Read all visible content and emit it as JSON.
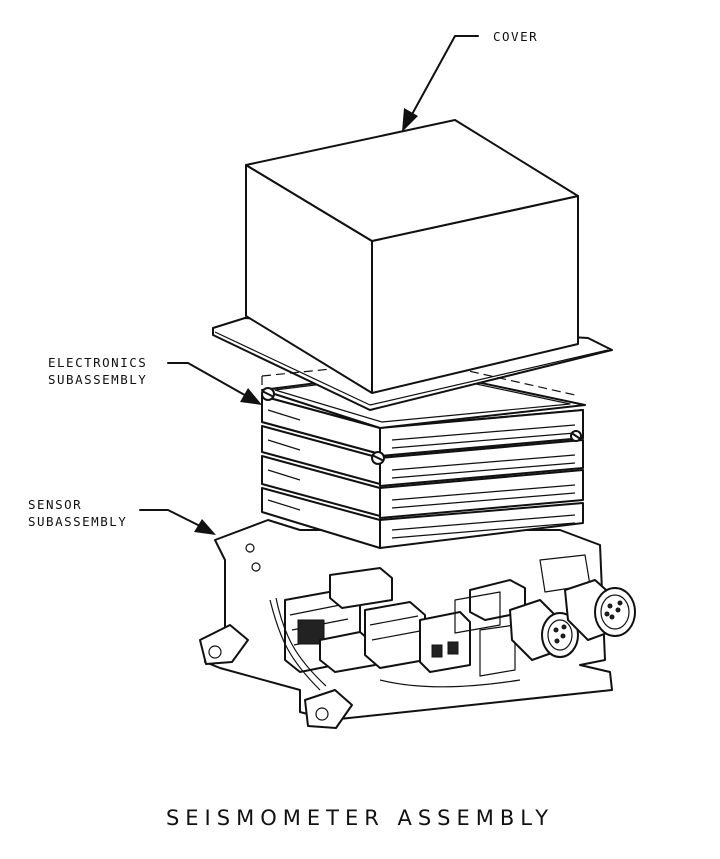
{
  "labels": {
    "cover": "COVER",
    "electronics_line1": "ELECTRONICS",
    "electronics_line2": "SUBASSEMBLY",
    "sensor_line1": "SENSOR",
    "sensor_line2": "SUBASSEMBLY"
  },
  "title": "SEISMOMETER ASSEMBLY"
}
